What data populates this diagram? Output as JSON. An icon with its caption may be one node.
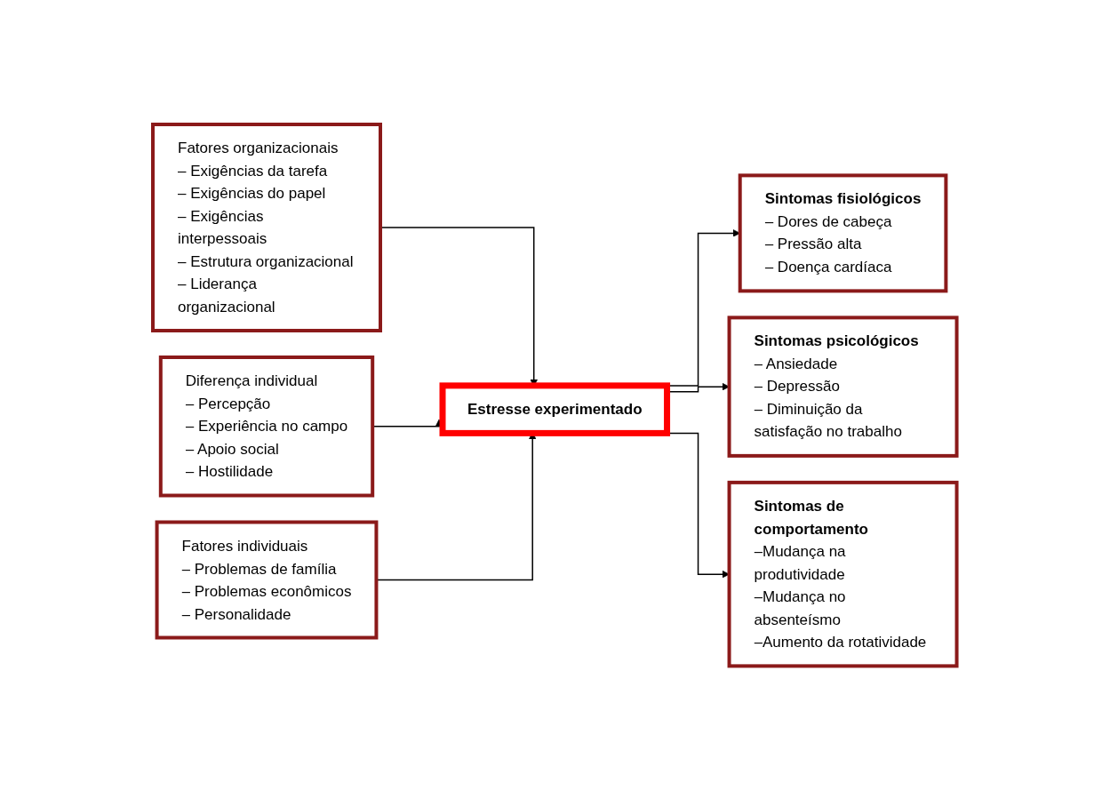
{
  "diagram": {
    "nodes": [
      {
        "text": [
          "Fatores organizacionais",
          "– Exigências da tarefa",
          "– Exigências do papel",
          "– Exigências interpessoais",
          "– Estrutura organizacional",
          "– Liderança organizacional"
        ]
      },
      {
        "text": [
          "Diferença individual",
          "– Percepção",
          "– Experiência no campo",
          "– Apoio social",
          "– Hostilidade"
        ]
      },
      {
        "text": [
          "Fatores individuais",
          "– Problemas de família",
          "– Problemas econômicos",
          "– Personalidade"
        ]
      },
      {
        "text": [
          "Estresse experimentado"
        ]
      },
      {
        "text": [
          "Sintomas fisiológicos",
          "– Dores de cabeça",
          "– Pressão alta",
          "– Doença cardíaca"
        ]
      },
      {
        "text": [
          "Sintomas psicológicos",
          "– Ansiedade",
          "– Depressão",
          "– Diminuição da satisfação no trabalho"
        ]
      },
      {
        "text": [
          "Sintomas de comportamento",
          "–Mudança na produtividade",
          "–Mudança no absenteísmo",
          "–Aumento da rotatividade"
        ]
      }
    ],
    "edges": [
      {
        "from": 0,
        "to": 3,
        "arrow": "to"
      },
      {
        "from": 1,
        "to": 3,
        "arrow": "to"
      },
      {
        "from": 2,
        "to": 3,
        "arrow": "to"
      },
      {
        "from": 3,
        "to": 4,
        "arrow": "to"
      },
      {
        "from": 3,
        "to": 5,
        "arrow": "to"
      },
      {
        "from": 3,
        "to": 6,
        "arrow": "to"
      }
    ]
  }
}
